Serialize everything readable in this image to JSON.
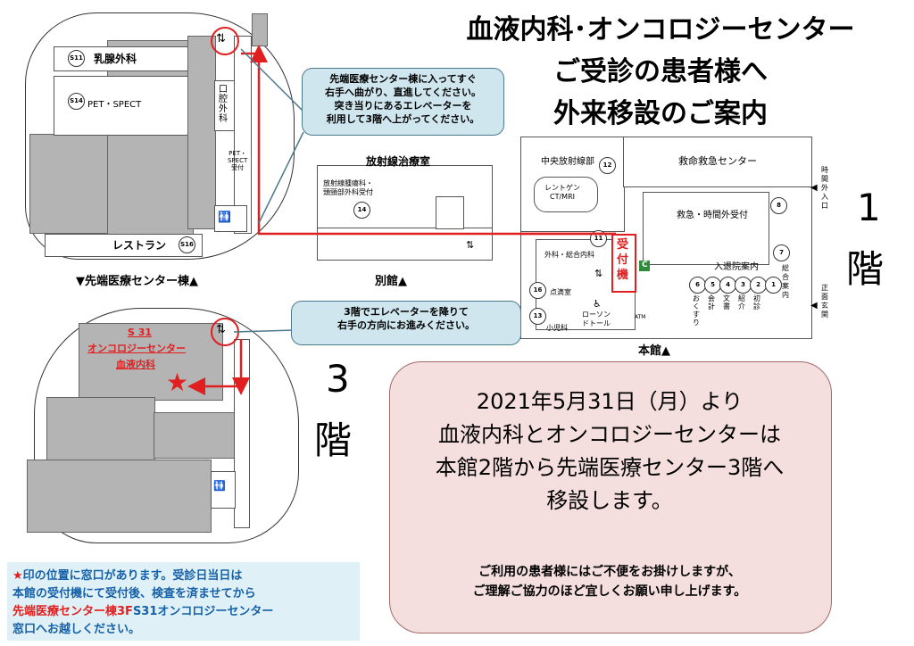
{
  "title": {
    "line1": "血液内科･オンコロジーセンター",
    "line2": "ご受診の患者様へ",
    "line3": "外来移設のご案内"
  },
  "floor1": {
    "floor_number": "1",
    "floor_kanji": "階",
    "rooms": {
      "breast_surgery": "乳腺外科",
      "pet_spect": "PET・SPECT",
      "oral_surgery": "口\n腔\n外\n科",
      "pet_spect_reception": "PET・\nSPECT\n受付",
      "restaurant": "レストラン",
      "radiotherapy": "放射線治療室",
      "radiation_tumor_reception": "放射線腫瘍科・\n頭頸部外科受付",
      "central_radiology": "中央放射線部",
      "xray": "レントゲン\nCT/MRI",
      "emergency_center": "救命救急センター",
      "emergency_reception": "救急・時間外受付",
      "admission": "入退院案内",
      "after_hours_entrance": "時\n間\n外\n入\n口",
      "general_info": "総\n合\n案\n内",
      "main_entrance": "正\n面\n玄\n関",
      "internal_surgery": "外科・総合内科",
      "infusion_room": "点滴室",
      "pediatrics": "小児科",
      "lawson": "ローソン\nドトール",
      "atm": "ATM",
      "reception_machine": "受\n付\n機",
      "counter_c": "C",
      "prescription": "お\nく\nす\nり",
      "accounting": "会\n計",
      "documents": "文\n書",
      "referral": "紹\n介",
      "first_visit": "初\n診"
    },
    "markers": {
      "s11": "S11",
      "s14": "S14",
      "s16": "S16",
      "n14": "14",
      "n12": "12",
      "n11": "11",
      "n16": "16",
      "n13": "13",
      "n8": "8",
      "n7": "7",
      "n6": "6",
      "n5": "5",
      "n4": "4",
      "n3": "3",
      "n2": "2",
      "n1": "1"
    },
    "building_labels": {
      "advanced": "▼先端医療センター棟▲",
      "annex": "別館▲",
      "main": "本館▲"
    },
    "callout": "先端医療センター棟に入ってすぐ\n右手へ曲がり、直進してください。\n突き当りにあるエレベーターを\n利用して3階へ上がってください。"
  },
  "floor3": {
    "floor_number": "3",
    "floor_kanji": "階",
    "destination_code": "S 31",
    "destination_name1": "オンコロジーセンター",
    "destination_name2": "血液内科",
    "callout": "3階でエレベーターを降りて\n右手の方向にお進みください。"
  },
  "notice": {
    "line1": "2021年5月31日（月）より",
    "line2": "血液内科とオンコロジーセンターは",
    "line3": "本館2階から先端医療センター3階へ",
    "line4": "移設します。",
    "sub1": "ご利用の患者様にはご不便をお掛けしますが、",
    "sub2": "ご理解ご協力のほど宜しくお願い申し上げます。"
  },
  "footnote": {
    "star": "★",
    "line1": "印の位置に窓口があります。受診日当日は",
    "line2": "本館の受付機にて受付後、検査を済ませてから",
    "line3_red": "先端医療センター棟3F",
    "line3_rest": "S31オンコロジーセンター",
    "line4": "窓口へお越しください。"
  },
  "colors": {
    "route": "#e02020",
    "callout_bg": "#cfe6ee",
    "notice_bg": "#f5dede",
    "footnote_bg": "#dff1f7",
    "building": "#b4b4b4"
  }
}
